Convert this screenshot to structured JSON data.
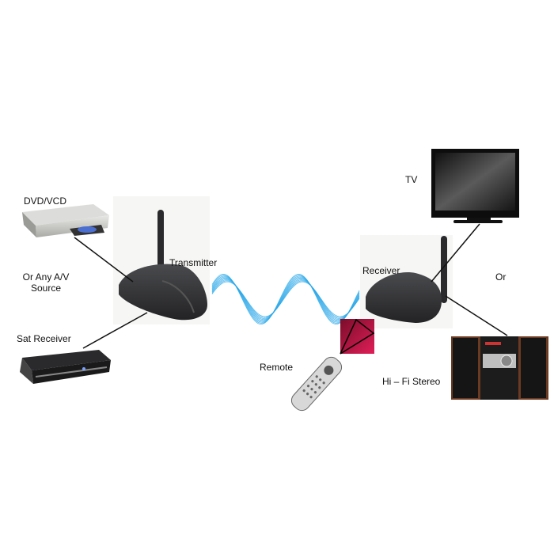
{
  "labels": {
    "dvd": "DVD/VCD",
    "any_source_line1": "Or Any A/V",
    "any_source_line2": "Source",
    "sat_receiver": "Sat Receiver",
    "transmitter": "Transmitter",
    "receiver": "Receiver",
    "tv": "TV",
    "or": "Or",
    "remote": "Remote",
    "hifi": "Hi – Fi Stereo"
  },
  "colors": {
    "wave": "#29a8e8",
    "ir_square": "#c4174a",
    "device_dark": "#2e2f31"
  }
}
